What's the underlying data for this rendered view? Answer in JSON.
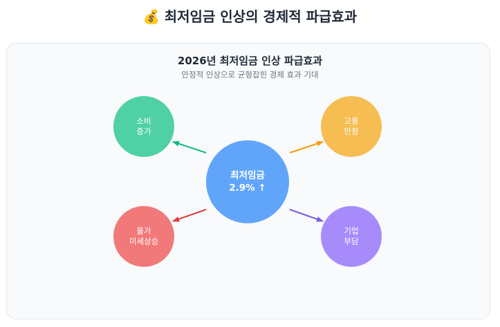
{
  "header": {
    "icon": "money-bag-icon",
    "icon_glyph": "💰",
    "title": "최저임금 인상의 경제적 파급효과"
  },
  "diagram": {
    "title": "2026년 최저임금 인상 파급효과",
    "subtitle": "안정적 인상으로 균형잡힌 경제 효과 기대",
    "center": {
      "line1": "최저임금",
      "line2": "2.9% ↑",
      "color": "#60a5fa"
    },
    "nodes": [
      {
        "id": "consumption",
        "line1": "소비",
        "line2": "증가",
        "color": "#4fd1a5",
        "arrow": "#10b981"
      },
      {
        "id": "employment",
        "line1": "고용",
        "line2": "안정",
        "color": "#f6bd53",
        "arrow": "#f59e0b"
      },
      {
        "id": "prices",
        "line1": "물가",
        "line2": "미세상승",
        "color": "#f27979",
        "arrow": "#dc3c3c"
      },
      {
        "id": "business",
        "line1": "기업",
        "line2": "부담",
        "color": "#a78bfa",
        "arrow": "#7c5ce0"
      }
    ]
  }
}
